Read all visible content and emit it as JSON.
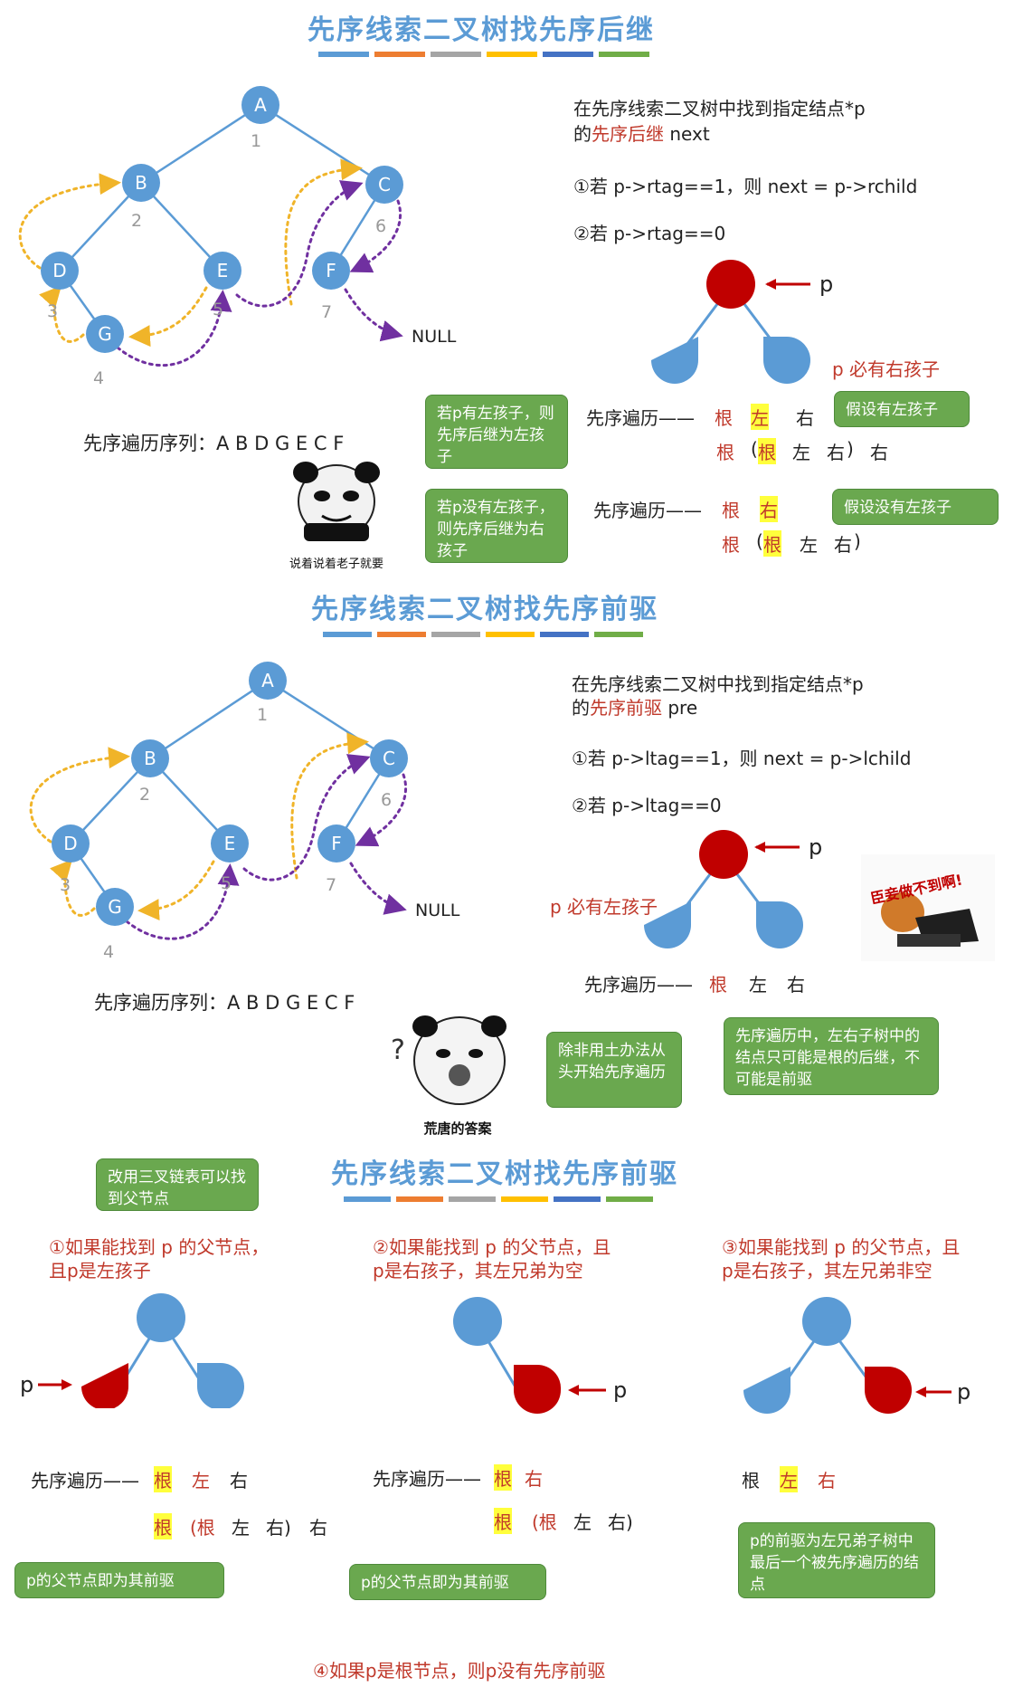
{
  "section1": {
    "title": "先序线索二叉树找先序后继",
    "desc_line1": "在先序线索二叉树中找到指定结点*p",
    "desc_line2_pre": "的",
    "desc_line2_red": "先序后继",
    "desc_line2_post": " next",
    "rule1": "①若 p->rtag==1，则 next = p->rchild",
    "rule2": "②若 p->rtag==0",
    "p_label": "p",
    "must_right": "p 必有右孩子",
    "traversal_seq": "先序遍历序列：A B D G E C F",
    "null_label": "NULL",
    "case_left": {
      "bubble": "若p有左孩子，则先序后继为左孩子",
      "prefix": "先序遍历——",
      "row1": [
        "根",
        "左",
        "右"
      ],
      "row2": [
        "根",
        "(",
        "根",
        "左",
        "右",
        ")",
        "右"
      ],
      "assume": "假设有左孩子"
    },
    "case_noleft": {
      "bubble": "若p没有左孩子，则先序后继为右孩子",
      "prefix": "先序遍历——",
      "row1": [
        "根",
        "右"
      ],
      "row2": [
        "根",
        "(",
        "根",
        "左",
        "右",
        ")"
      ],
      "assume": "假设没有左孩子"
    },
    "meme_caption": "说着说着老子就要动手了"
  },
  "section2": {
    "title": "先序线索二叉树找先序前驱",
    "desc_line1": "在先序线索二叉树中找到指定结点*p",
    "desc_line2_pre": "的",
    "desc_line2_red": "先序前驱",
    "desc_line2_post": " pre",
    "rule1": "①若 p->ltag==1，则 next = p->lchild",
    "rule2": "②若 p->ltag==0",
    "p_label": "p",
    "must_left": "p 必有左孩子",
    "traversal_seq": "先序遍历序列：A B D G E C F",
    "null_label": "NULL",
    "traverse_prefix": "先序遍历——",
    "traverse_row": [
      "根",
      "左",
      "右"
    ],
    "bubble_right": "先序遍历中，左右子树中的结点只可能是根的后继，不可能是前驱",
    "bubble_mid": "除非用土办法从头开始先序遍历",
    "meme_caption": "荒唐的答案",
    "meme_text": "臣妾做不到啊!"
  },
  "section3": {
    "title": "先序线索二叉树找先序前驱",
    "bubble_top": "改用三叉链表可以找到父节点",
    "case1": {
      "heading1": "①如果能找到 p 的父节点，",
      "heading2": "且p是左孩子",
      "p_label": "p",
      "prefix": "先序遍历——",
      "row1": [
        "根",
        "左",
        "右"
      ],
      "row2": [
        "根",
        "(根",
        "左",
        "右)",
        "右"
      ],
      "bubble": "p的父节点即为其前驱"
    },
    "case2": {
      "heading1": "②如果能找到 p 的父节点，且",
      "heading2": "p是右孩子，其左兄弟为空",
      "p_label": "p",
      "prefix": "先序遍历——",
      "row1": [
        "根",
        "右"
      ],
      "row2": [
        "根",
        "(根",
        "左",
        "右)"
      ],
      "bubble": "p的父节点即为其前驱"
    },
    "case3": {
      "heading1": "③如果能找到 p 的父节点，且",
      "heading2": "p是右孩子，其左兄弟非空",
      "p_label": "p",
      "row1": [
        "根",
        "左",
        "右"
      ],
      "bubble": "p的前驱为左兄弟子树中最后一个被先序遍历的结点"
    },
    "case4": "④如果p是根节点，则p没有先序前驱"
  },
  "tree": {
    "nodes": [
      "A",
      "B",
      "C",
      "D",
      "E",
      "F",
      "G"
    ],
    "order_labels": [
      "1",
      "2",
      "3",
      "4",
      "5",
      "6",
      "7"
    ]
  },
  "colors": {
    "title": "#5b9bd5",
    "node": "#5b9bd5",
    "red_node": "#c00000",
    "green": "#6aa84f",
    "thread_yellow": "#f0b429",
    "thread_purple": "#7030a0",
    "bars": [
      "#5b9bd5",
      "#ed7d31",
      "#a5a5a5",
      "#ffc000",
      "#4472c4",
      "#70ad47"
    ]
  }
}
